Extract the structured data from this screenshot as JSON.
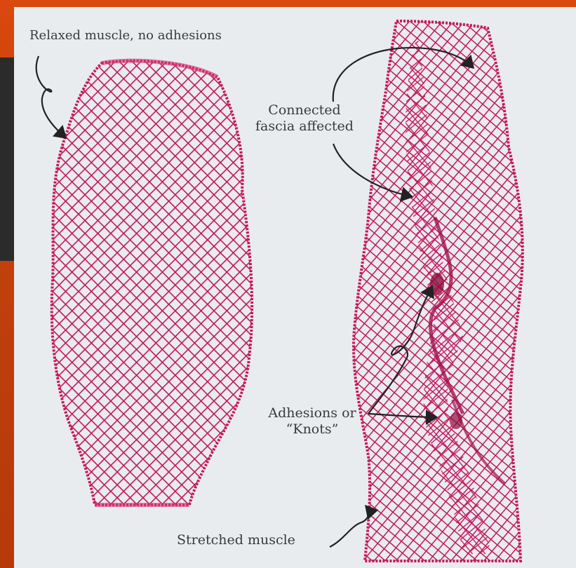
{
  "image": {
    "labels": {
      "relaxed": "Relaxed muscle, no adhesions",
      "fascia_line1": "Connected",
      "fascia_line2": "fascia affected",
      "adhesions_line1": "Adhesions or",
      "adhesions_line2": "“Knots”",
      "stretched": "Stretched muscle"
    },
    "colors": {
      "frame": "#c2410c",
      "panel": "#2b2b2b",
      "background": "#e9ecef",
      "mesh": "#c2185b",
      "text": "#3a3a3a"
    }
  }
}
